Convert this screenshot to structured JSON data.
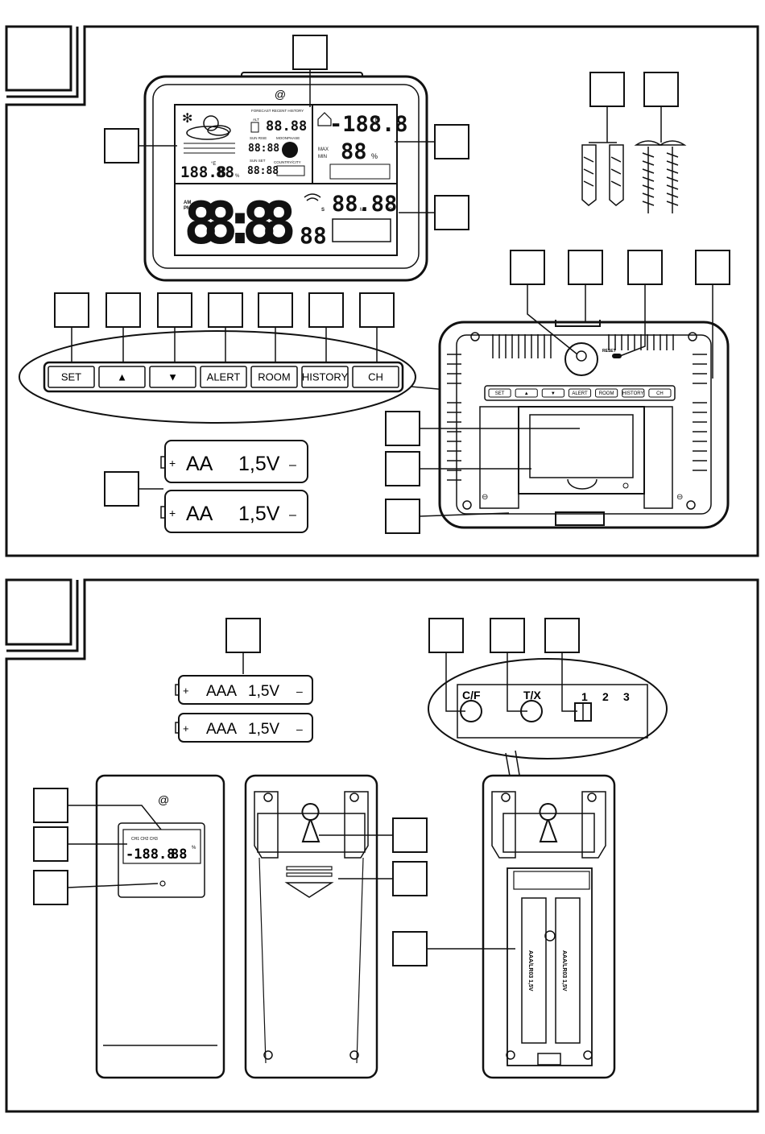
{
  "buttons": [
    "SET",
    "▲",
    "▼",
    "ALERT",
    "ROOM",
    "HISTORY",
    "CH"
  ],
  "small_buttons": [
    "SET",
    "▲",
    "▼",
    "ALERT",
    "ROOM",
    "HISTORY",
    "CH"
  ],
  "battery_aa": {
    "plus": "+",
    "label": "AA",
    "voltage": "1,5V",
    "minus": "–"
  },
  "battery_aaa": {
    "plus": "+",
    "label": "AAA",
    "voltage": "1,5V",
    "minus": "–"
  },
  "lcd": {
    "forecast_labels": "FORECAST  RECENT  HISTORY",
    "alt_label": "ALT",
    "sunrise": "SUN RISE",
    "sunset": "SUN SET",
    "moonphase": "MOONPHASE",
    "country_city": "COUNTRY/CITY",
    "temp_out": "188.8",
    "hum_out": "88",
    "temp_in": "-188.8",
    "hum_in": "88",
    "max": "MAX",
    "min": "MIN",
    "time": "88:88",
    "seconds": "88",
    "am": "AM",
    "pm": "PM",
    "date": "88.88",
    "time_small": "88:88",
    "deg_unit": "°E",
    "percent": "%",
    "d_label": "D",
    "m_label": "M",
    "s_label": "S"
  },
  "reset_label": "RESET",
  "sensor_switch": {
    "cf": "C/F",
    "tx": "T/X",
    "ch1": "1",
    "ch2": "2",
    "ch3": "3"
  },
  "sensor_lcd": {
    "channels": "CH1  CH2  CH3",
    "temp": "-188.8",
    "hum": "88",
    "unit": "%"
  },
  "battery_marking": "AAA/LR03  1,5V",
  "colors": {
    "ink": "#111111",
    "paper": "#ffffff",
    "lcd_bg": "#ffffff"
  }
}
